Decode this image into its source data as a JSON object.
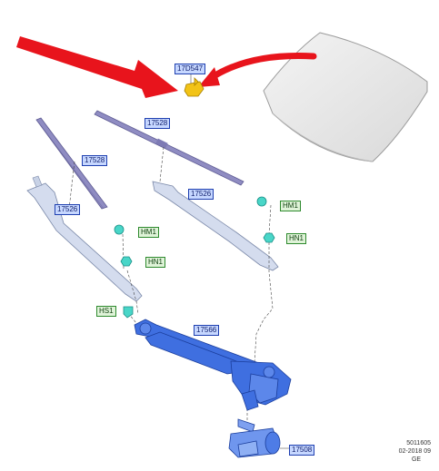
{
  "labels": {
    "washer_pump": "17D547",
    "wiper_blade_right": "17528",
    "wiper_blade_left": "17528",
    "wiper_arm_right": "17526",
    "wiper_arm_left": "17526",
    "cap_right": "HM1",
    "nut_right": "HN1",
    "cap_left": "HM1",
    "nut_left": "HN1",
    "screw": "HS1",
    "linkage": "17566",
    "motor": "17508"
  },
  "reference": {
    "number": "5011605",
    "date": "02-2018 09",
    "region": "GE"
  },
  "colors": {
    "arrow": "#e8141c",
    "blade": "#8f8cc2",
    "arm": "#c8d2e6",
    "linkage": "#3f6fe0",
    "label_bg": "#c6d7ff",
    "label_border": "#1e3fb0",
    "green_label_bg": "#dff3d8",
    "green_label_border": "#2e8a2e",
    "cap": "#49d6c8",
    "pump": "#f2c316",
    "windshield": "#e3e3e3"
  }
}
